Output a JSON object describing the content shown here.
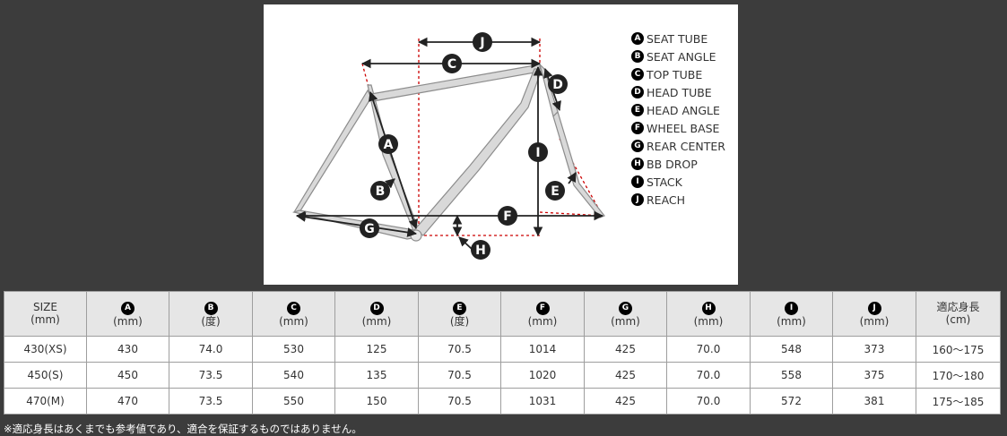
{
  "diagram": {
    "labels": [
      "A",
      "B",
      "C",
      "D",
      "E",
      "F",
      "G",
      "H",
      "I",
      "J"
    ],
    "frame_color": "#d9d9d9",
    "frame_stroke": "#8c8c8c",
    "dim_color": "#222222",
    "guide_color": "#cc0000"
  },
  "legend": [
    {
      "letter": "A",
      "label": "SEAT TUBE"
    },
    {
      "letter": "B",
      "label": "SEAT ANGLE"
    },
    {
      "letter": "C",
      "label": "TOP TUBE"
    },
    {
      "letter": "D",
      "label": "HEAD TUBE"
    },
    {
      "letter": "E",
      "label": "HEAD ANGLE"
    },
    {
      "letter": "F",
      "label": "WHEEL BASE"
    },
    {
      "letter": "G",
      "label": "REAR CENTER"
    },
    {
      "letter": "H",
      "label": "BB DROP"
    },
    {
      "letter": "I",
      "label": "STACK"
    },
    {
      "letter": "J",
      "label": "REACH"
    }
  ],
  "table": {
    "size_header": {
      "title": "SIZE",
      "unit": "(mm)"
    },
    "columns": [
      {
        "letter": "A",
        "unit": "(mm)"
      },
      {
        "letter": "B",
        "unit": "(度)"
      },
      {
        "letter": "C",
        "unit": "(mm)"
      },
      {
        "letter": "D",
        "unit": "(mm)"
      },
      {
        "letter": "E",
        "unit": "(度)"
      },
      {
        "letter": "F",
        "unit": "(mm)"
      },
      {
        "letter": "G",
        "unit": "(mm)"
      },
      {
        "letter": "H",
        "unit": "(mm)"
      },
      {
        "letter": "I",
        "unit": "(mm)"
      },
      {
        "letter": "J",
        "unit": "(mm)"
      }
    ],
    "height_header": {
      "title": "適応身長",
      "unit": "(cm)"
    },
    "rows": [
      {
        "size": "430(XS)",
        "values": [
          "430",
          "74.0",
          "530",
          "125",
          "70.5",
          "1014",
          "425",
          "70.0",
          "548",
          "373"
        ],
        "height": "160〜175"
      },
      {
        "size": "450(S)",
        "values": [
          "450",
          "73.5",
          "540",
          "135",
          "70.5",
          "1020",
          "425",
          "70.0",
          "558",
          "375"
        ],
        "height": "170〜180"
      },
      {
        "size": "470(M)",
        "values": [
          "470",
          "73.5",
          "550",
          "150",
          "70.5",
          "1031",
          "425",
          "70.0",
          "572",
          "381"
        ],
        "height": "175〜185"
      }
    ]
  },
  "footnote": "※適応身長はあくまでも参考値であり、適合を保証するものではありません。"
}
